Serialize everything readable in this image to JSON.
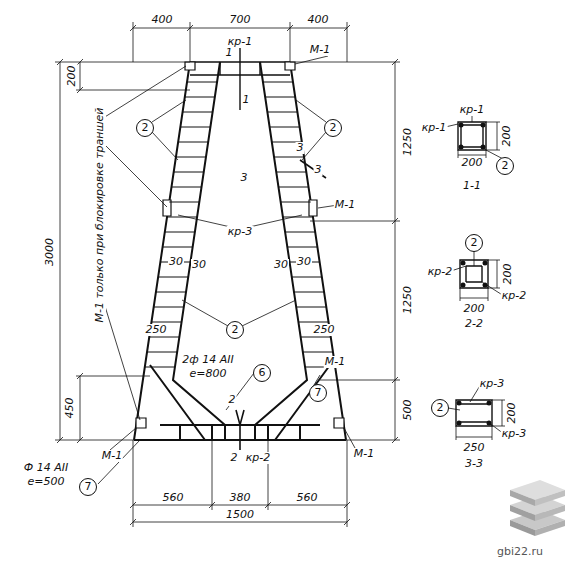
{
  "diagram": {
    "nodes": [
      {
        "text": [
          "2"
        ]
      },
      {
        "text": [
          "2"
        ]
      },
      {
        "text": [
          "2"
        ]
      },
      {
        "text": [
          "6"
        ]
      },
      {
        "text": [
          "7"
        ]
      },
      {
        "text": [
          "7"
        ]
      },
      {
        "text": [
          "2"
        ]
      },
      {
        "text": [
          "2"
        ]
      },
      {
        "text": [
          "2"
        ]
      }
    ],
    "labels": [
      "400",
      "700",
      "400",
      "200",
      "3000",
      "М-1 только при блокировке траншей",
      "кр-1",
      "1",
      "1",
      "М-1",
      "1250",
      "3",
      "3",
      "3",
      "кр-3",
      "М-1",
      "30",
      "30",
      "30",
      "30",
      "1250",
      "250",
      "250",
      "2ф 14 АII",
      "е=800",
      "450",
      "500",
      "М-1",
      "2",
      "2",
      "кр-2",
      "М-1",
      "М-1",
      "Ф 14 АII",
      "е=500",
      "560",
      "380",
      "560",
      "1500",
      "кр-1",
      "кр-1",
      "200",
      "200",
      "1-1",
      "кр-2",
      "200",
      "кр-2",
      "200",
      "2-2",
      "кр-3",
      "200",
      "кр-3",
      "250",
      "3-3",
      "gbi22.ru"
    ]
  }
}
